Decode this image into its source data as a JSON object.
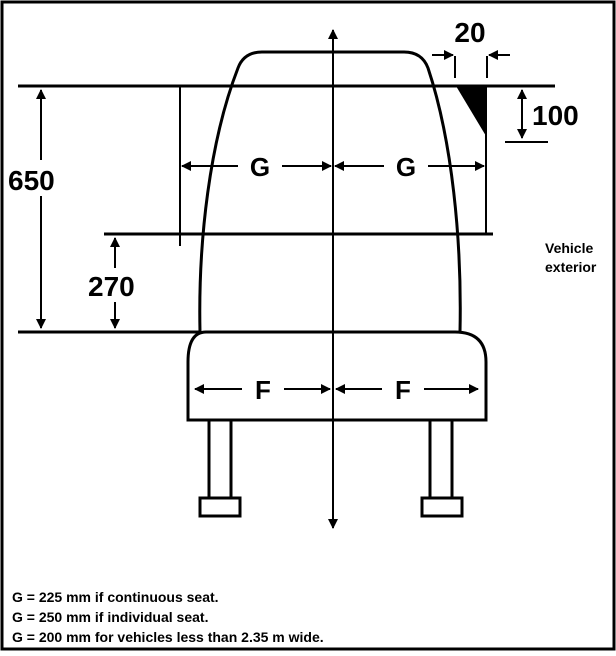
{
  "dimensions": {
    "offset_top": "20",
    "corner_height": "100",
    "total_height": "650",
    "lower_height": "270"
  },
  "symbols": {
    "g_left": "G",
    "g_right": "G",
    "f_left": "F",
    "f_right": "F"
  },
  "side_label": {
    "line1": "Vehicle",
    "line2": "exterior"
  },
  "notes": [
    "G = 225 mm if continuous seat.",
    "G = 250 mm if individual seat.",
    "G = 200 mm for vehicles less than 2.35 m wide."
  ]
}
